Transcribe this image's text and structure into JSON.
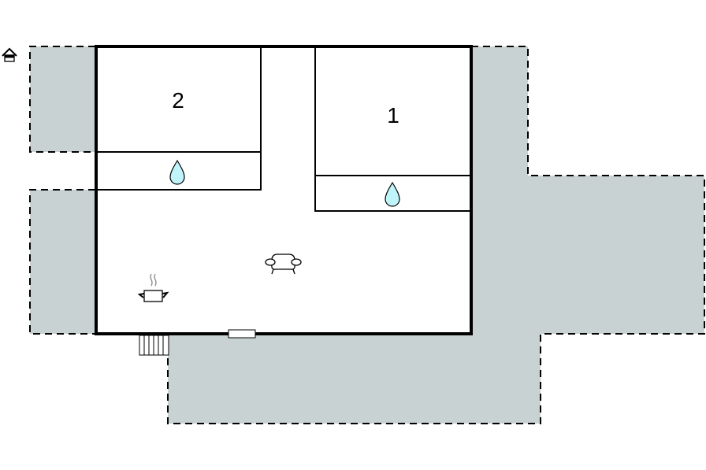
{
  "floorplan": {
    "rooms": [
      {
        "id": "bedroom-2",
        "label": "2"
      },
      {
        "id": "bedroom-1",
        "label": "1"
      }
    ],
    "icons": {
      "compass": "house-north-icon",
      "bathroom_2": "water-drop-icon",
      "bathroom_1": "water-drop-icon",
      "living": "sofa-icon",
      "kitchen": "cooking-pot-icon",
      "stairs": "stairs-icon",
      "door": "door-icon"
    },
    "colors": {
      "terrace": "#c8d2d2",
      "wall": "#000000",
      "water": "#bff4fb"
    }
  }
}
